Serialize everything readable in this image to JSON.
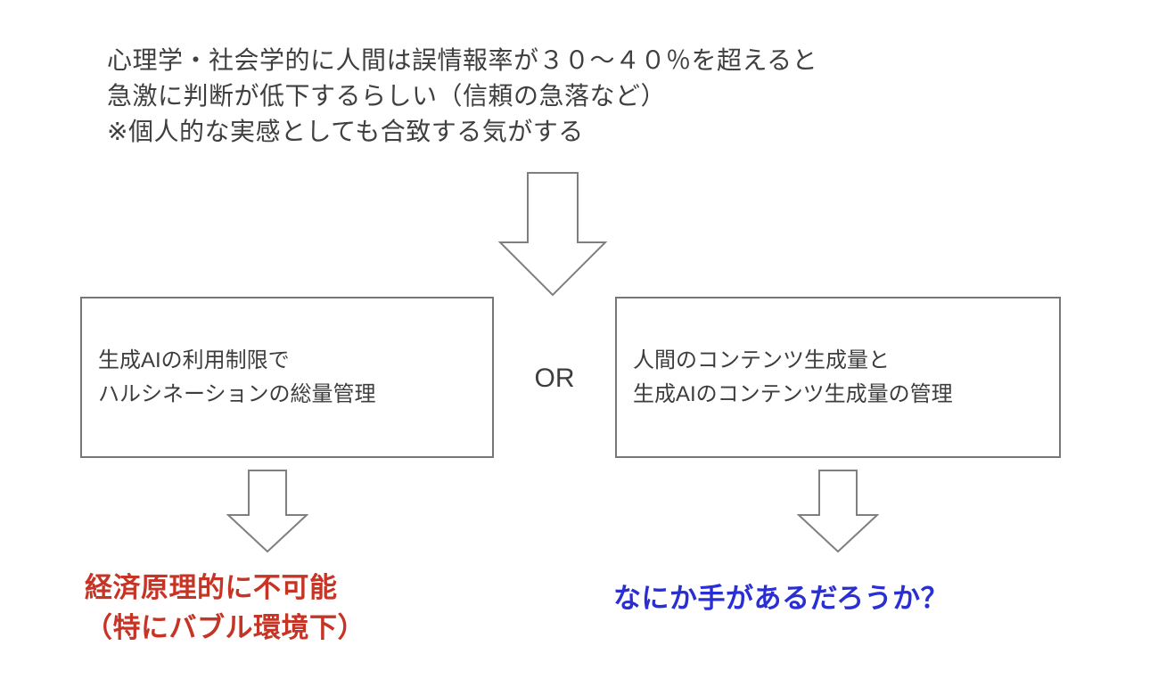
{
  "top_note": {
    "lines": [
      "心理学・社会学的に人間は誤情報率が３０〜４０％を超えると",
      "急激に判断が低下するらしい（信頼の急落など）",
      "※個人的な実感としても合致する気がする"
    ]
  },
  "or_label": "OR",
  "left_box": {
    "lines": [
      "生成AIの利用制限で",
      "ハルシネーションの総量管理"
    ]
  },
  "right_box": {
    "lines": [
      "人間のコンテンツ生成量と",
      "生成AIのコンテンツ生成量の管理"
    ]
  },
  "left_result": {
    "lines": [
      "経済原理的に不可能",
      "（特にバブル環境下）"
    ],
    "color": "#c53425"
  },
  "right_result": {
    "text": "なにか手があるだろうか？",
    "color": "#2a2fd4"
  },
  "colors": {
    "body_text": "#3f3f3f",
    "arrow_outline": "#7f7f7f",
    "box_border": "#777777",
    "background": "#ffffff"
  }
}
